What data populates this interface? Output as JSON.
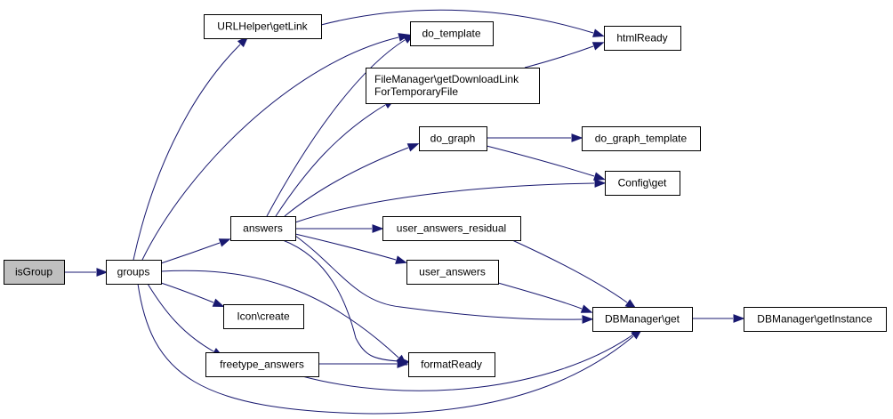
{
  "diagram": {
    "nodes": [
      {
        "id": "isGroup",
        "lines": [
          "isGroup"
        ],
        "current": true
      },
      {
        "id": "groups",
        "lines": [
          "groups"
        ]
      },
      {
        "id": "URLHelper_getLink",
        "lines": [
          "URLHelper\\getLink"
        ]
      },
      {
        "id": "answers",
        "lines": [
          "answers"
        ]
      },
      {
        "id": "Icon_create",
        "lines": [
          "Icon\\create"
        ]
      },
      {
        "id": "freetype_answers",
        "lines": [
          "freetype_answers"
        ]
      },
      {
        "id": "do_template",
        "lines": [
          "do_template"
        ]
      },
      {
        "id": "FileManager",
        "lines": [
          "FileManager\\getDownloadLink",
          "ForTemporaryFile"
        ]
      },
      {
        "id": "do_graph",
        "lines": [
          "do_graph"
        ]
      },
      {
        "id": "user_answers_residual",
        "lines": [
          "user_answers_residual"
        ]
      },
      {
        "id": "user_answers",
        "lines": [
          "user_answers"
        ]
      },
      {
        "id": "formatReady",
        "lines": [
          "formatReady"
        ]
      },
      {
        "id": "htmlReady",
        "lines": [
          "htmlReady"
        ]
      },
      {
        "id": "do_graph_template",
        "lines": [
          "do_graph_template"
        ]
      },
      {
        "id": "Config_get",
        "lines": [
          "Config\\get"
        ]
      },
      {
        "id": "DBManager_get",
        "lines": [
          "DBManager\\get"
        ]
      },
      {
        "id": "DBManager_getInstance",
        "lines": [
          "DBManager\\getInstance"
        ]
      }
    ],
    "edges": [
      {
        "from": "isGroup",
        "to": "groups"
      },
      {
        "from": "groups",
        "to": "URLHelper_getLink"
      },
      {
        "from": "groups",
        "to": "do_template"
      },
      {
        "from": "groups",
        "to": "answers"
      },
      {
        "from": "groups",
        "to": "Icon_create"
      },
      {
        "from": "groups",
        "to": "freetype_answers"
      },
      {
        "from": "groups",
        "to": "formatReady"
      },
      {
        "from": "groups",
        "to": "DBManager_get"
      },
      {
        "from": "URLHelper_getLink",
        "to": "htmlReady"
      },
      {
        "from": "answers",
        "to": "do_template"
      },
      {
        "from": "answers",
        "to": "FileManager"
      },
      {
        "from": "answers",
        "to": "do_graph"
      },
      {
        "from": "answers",
        "to": "Config_get"
      },
      {
        "from": "answers",
        "to": "user_answers_residual"
      },
      {
        "from": "answers",
        "to": "user_answers"
      },
      {
        "from": "answers",
        "to": "DBManager_get"
      },
      {
        "from": "answers",
        "to": "formatReady"
      },
      {
        "from": "FileManager",
        "to": "htmlReady"
      },
      {
        "from": "do_graph",
        "to": "do_graph_template"
      },
      {
        "from": "do_graph",
        "to": "Config_get"
      },
      {
        "from": "user_answers_residual",
        "to": "DBManager_get"
      },
      {
        "from": "user_answers",
        "to": "DBManager_get"
      },
      {
        "from": "freetype_answers",
        "to": "formatReady"
      },
      {
        "from": "freetype_answers",
        "to": "DBManager_get"
      },
      {
        "from": "DBManager_get",
        "to": "DBManager_getInstance"
      }
    ]
  }
}
